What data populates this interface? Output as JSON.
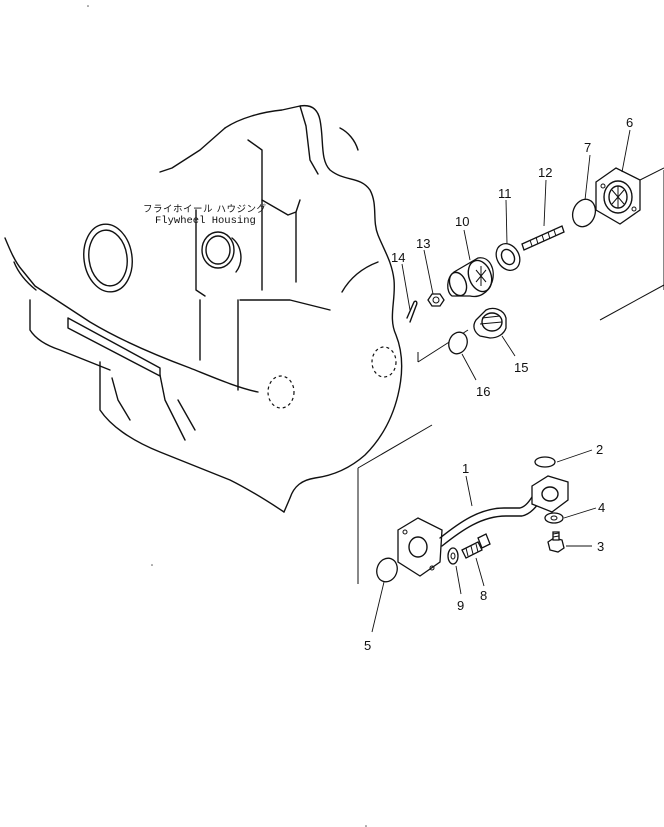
{
  "labels": {
    "housing_jp": "フライホイール ハウジング",
    "housing_en": "Flywheel Housing"
  },
  "parts": [
    {
      "key": "p1",
      "number": "1"
    },
    {
      "key": "p2",
      "number": "2"
    },
    {
      "key": "p3",
      "number": "3"
    },
    {
      "key": "p4",
      "number": "4"
    },
    {
      "key": "p5",
      "number": "5"
    },
    {
      "key": "p6",
      "number": "6"
    },
    {
      "key": "p7",
      "number": "7"
    },
    {
      "key": "p8",
      "number": "8"
    },
    {
      "key": "p9",
      "number": "9"
    },
    {
      "key": "p10",
      "number": "10"
    },
    {
      "key": "p11",
      "number": "11"
    },
    {
      "key": "p12",
      "number": "12"
    },
    {
      "key": "p13",
      "number": "13"
    },
    {
      "key": "p14",
      "number": "14"
    },
    {
      "key": "p15",
      "number": "15"
    },
    {
      "key": "p16",
      "number": "16"
    }
  ]
}
